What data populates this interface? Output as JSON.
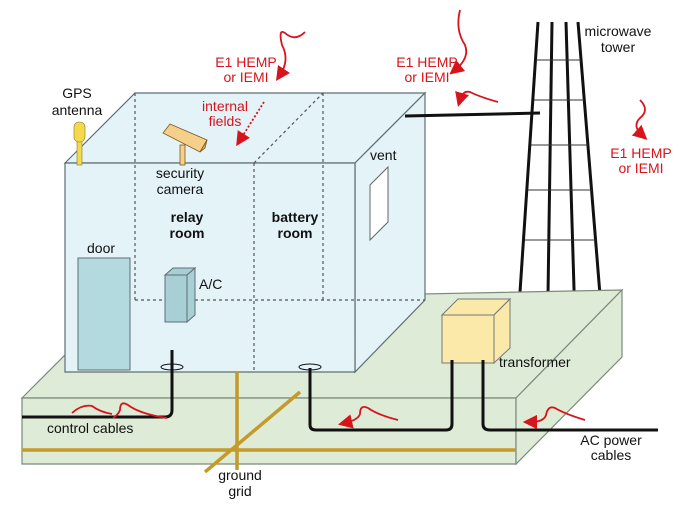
{
  "labels": {
    "gps_antenna": [
      "GPS",
      "antenna"
    ],
    "security_camera": [
      "security",
      "camera"
    ],
    "relay_room": [
      "relay",
      "room"
    ],
    "battery_room": [
      "battery",
      "room"
    ],
    "door": "door",
    "ac": "A/C",
    "vent": "vent",
    "microwave_tower": [
      "microwave",
      "tower"
    ],
    "transformer": "transformer",
    "control_cables": "control cables",
    "ac_power_cables": [
      "AC power",
      "cables"
    ],
    "ground_grid": [
      "ground",
      "grid"
    ],
    "internal_fields": [
      "internal",
      "fields"
    ],
    "threat_1": [
      "E1 HEMP",
      "or IEMI"
    ],
    "threat_2": [
      "E1 HEMP",
      "or IEMI"
    ],
    "threat_3": [
      "E1 HEMP",
      "or IEMI"
    ]
  },
  "colors": {
    "threat": "#d7141b",
    "building": "#e3f3f8",
    "slab": "#deebd6",
    "ground_grid": "#c49a2a",
    "transformer": "#fbe9a9",
    "door": "#b2dadf"
  }
}
